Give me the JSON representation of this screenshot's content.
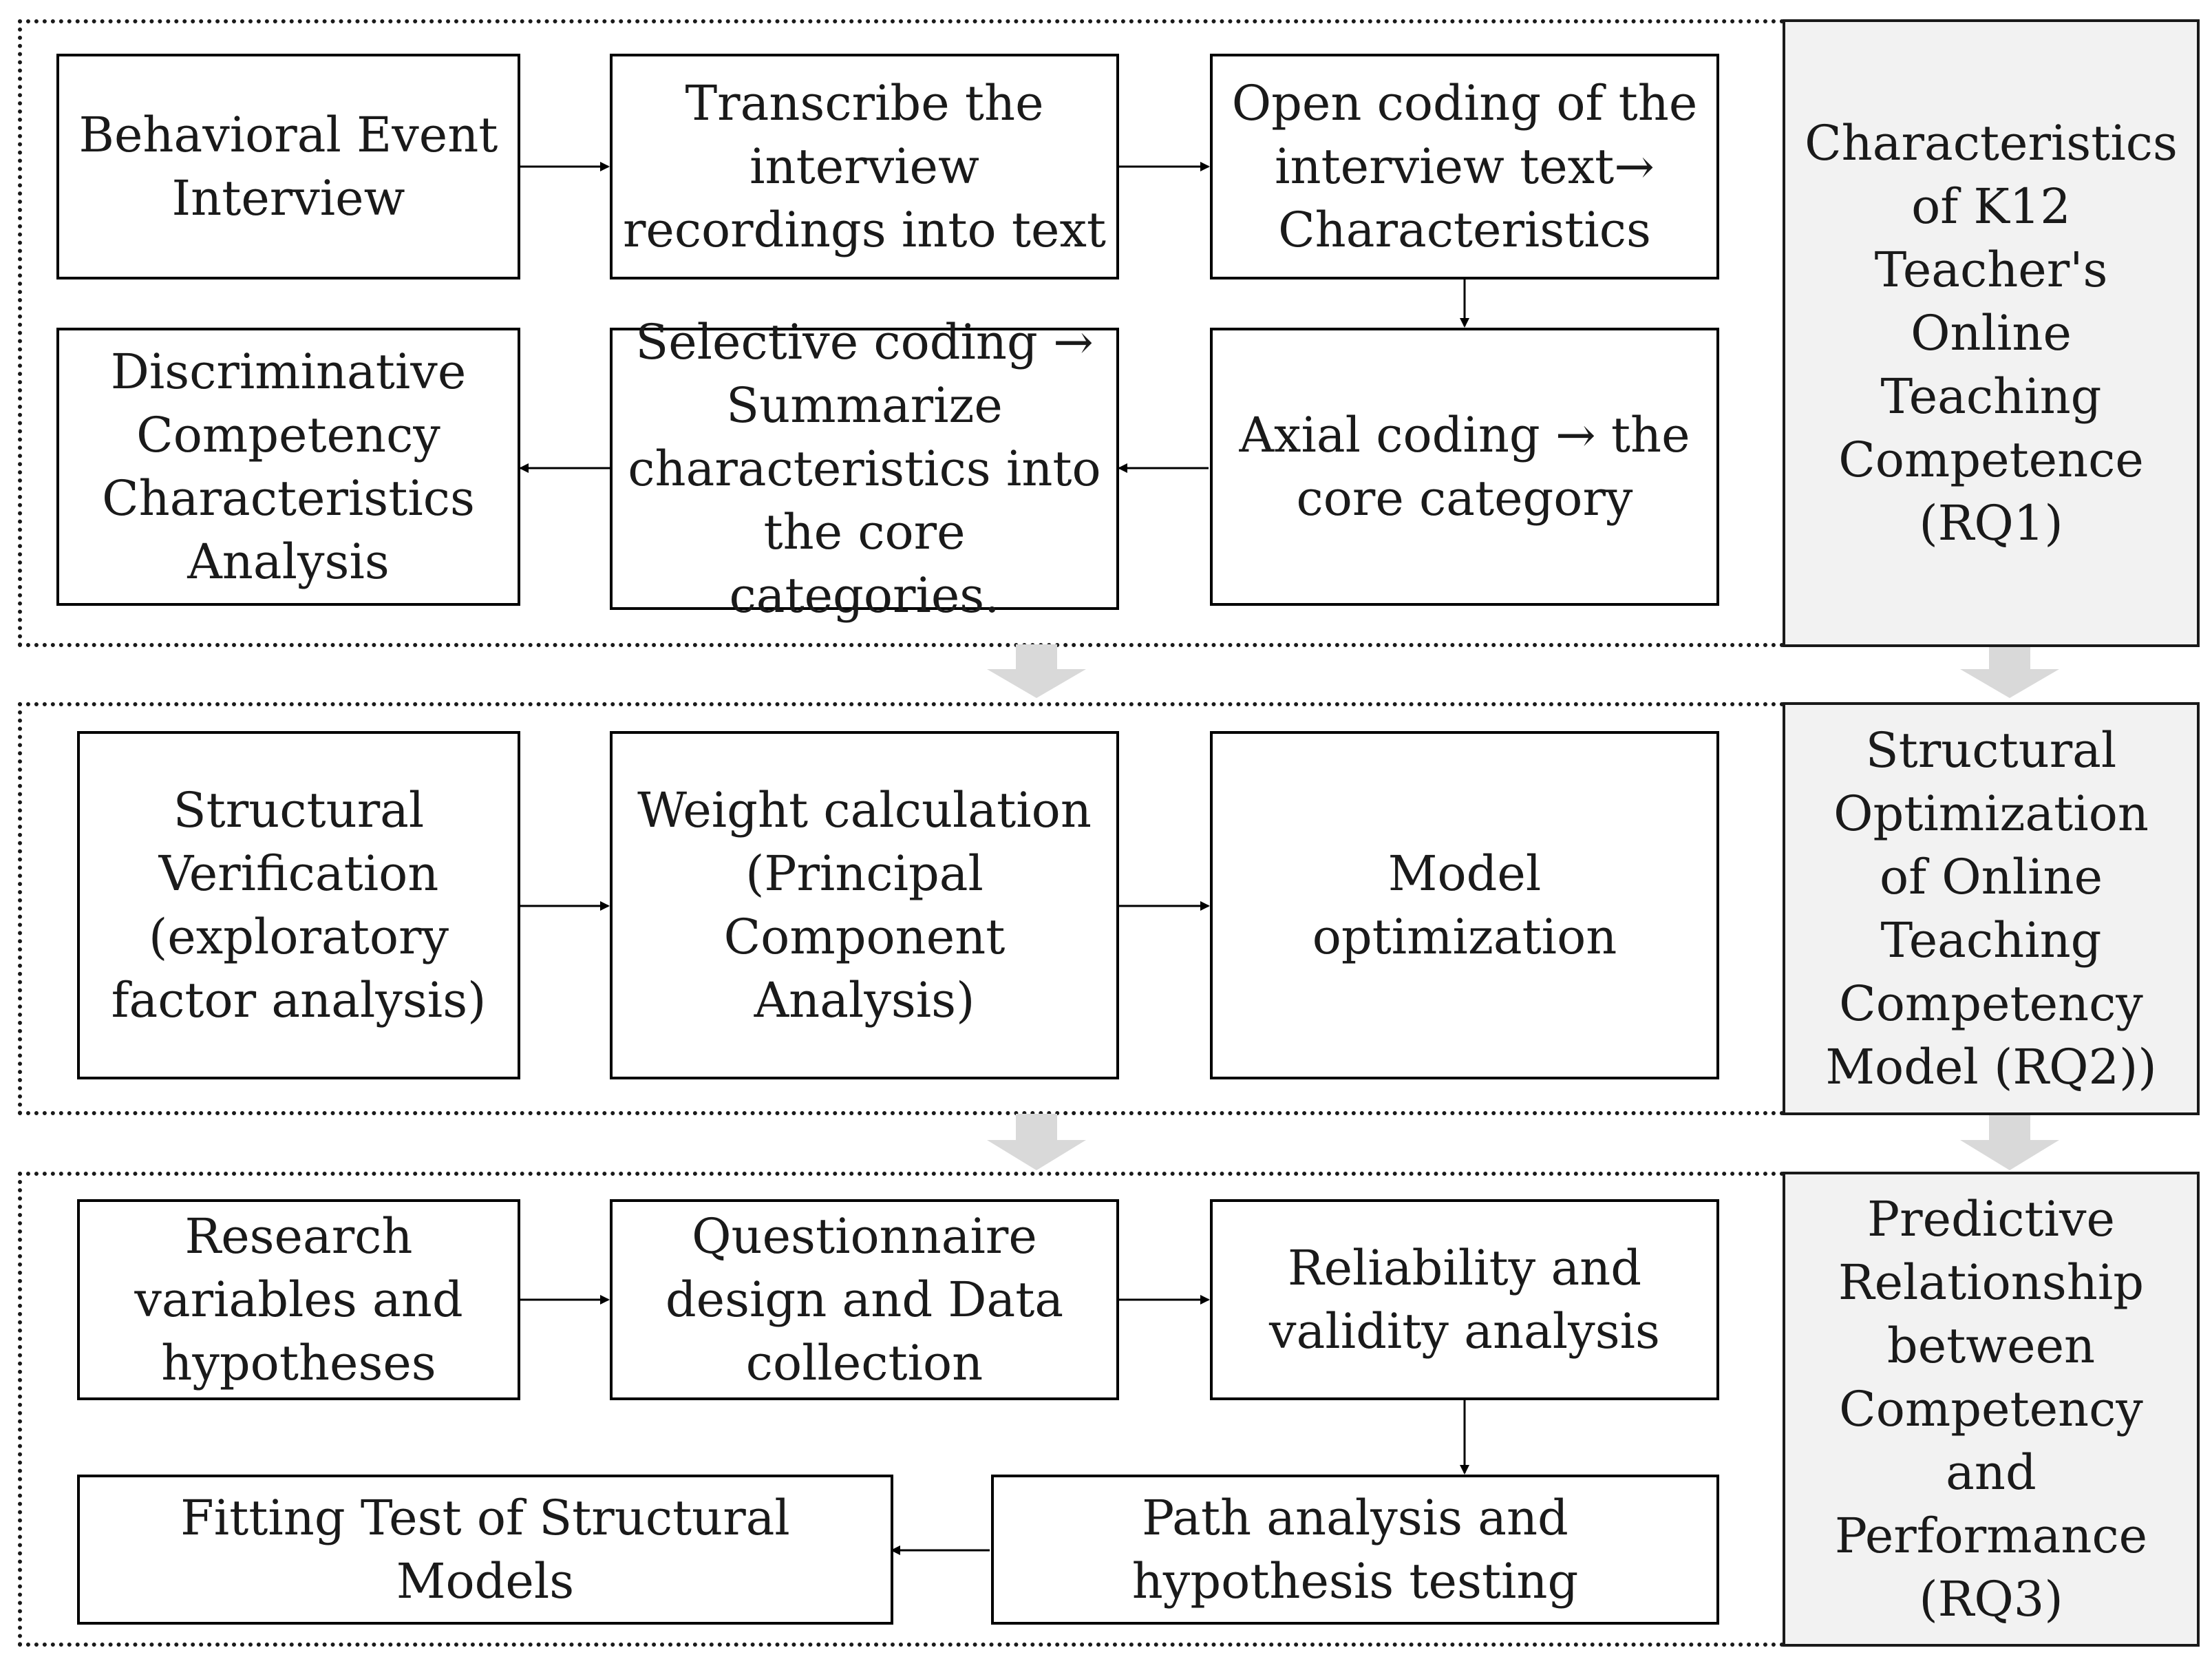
{
  "colors": {
    "box_border": "#000000",
    "side_fill": "#f2f2f2",
    "transition_arrow": "#d9d9d9"
  },
  "stage1": {
    "behavioral_event_interview": "Behavioral Event\nInterview",
    "transcribe": "Transcribe the\ninterview\nrecordings into text",
    "open_coding": "Open coding of the\ninterview text→\nCharacteristics",
    "discriminative": "Discriminative\nCompetency\nCharacteristics\nAnalysis",
    "selective_coding": "Selective coding →\nSummarize\ncharacteristics into\nthe core categories.",
    "axial_coding": "Axial coding → the\ncore category",
    "outcome": "Characteristics\nof K12\nTeacher's\nOnline\nTeaching\nCompetence\n(RQ1)"
  },
  "stage2": {
    "structural_verification": "Structural\nVerification\n(exploratory\nfactor analysis)",
    "weight_calculation": "Weight calculation\n(Principal\nComponent\nAnalysis)",
    "model_optimization": "Model\noptimization",
    "outcome": "Structural\nOptimization\nof Online\nTeaching\nCompetency\nModel (RQ2))"
  },
  "stage3": {
    "research_variables": "Research\nvariables and\nhypotheses",
    "questionnaire": "Questionnaire\ndesign and Data\ncollection",
    "reliability": "Reliability and\nvalidity analysis",
    "fitting_test": "Fitting Test of Structural\nModels",
    "path_analysis": "Path analysis and\nhypothesis testing",
    "outcome": "Predictive\nRelationship\nbetween\nCompetency\nand\nPerformance\n(RQ3)"
  }
}
